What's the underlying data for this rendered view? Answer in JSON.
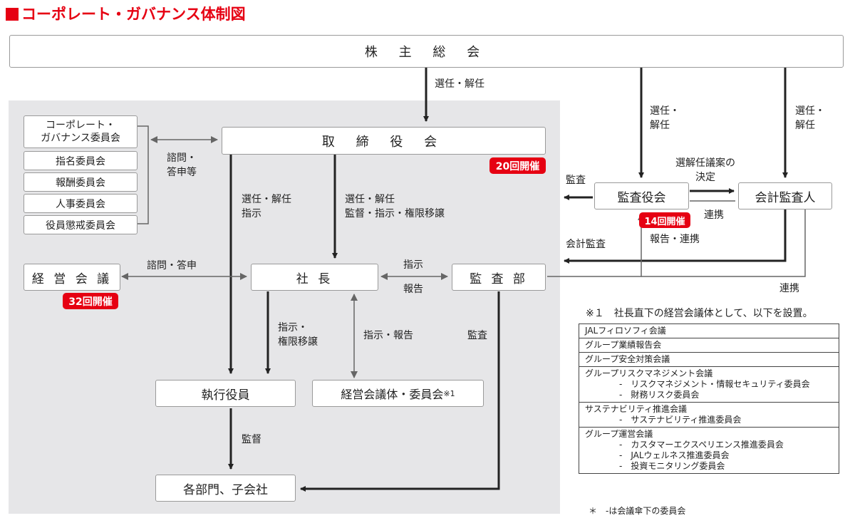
{
  "title": "コーポレート・ガバナンス体制図",
  "nodes": {
    "shareholders": "株 主 総 会",
    "board": "取 締 役 会",
    "committee1": "コーポレート・\nガバナンス委員会",
    "committee2": "指名委員会",
    "committee3": "報酬委員会",
    "committee4": "人事委員会",
    "committee5": "役員懲戒委員会",
    "auditboard": "監査役会",
    "accountant": "会計監査人",
    "mgmtmeeting": "経 営 会 議",
    "president": "社 長",
    "auditdept": "監 査 部",
    "officers": "執行役員",
    "councils": "経営会議体・委員会",
    "councils_note": "※1",
    "departments": "各部門、子会社"
  },
  "badges": {
    "board": "20回開催",
    "auditboard": "14回開催",
    "mgmtmeeting": "32回開催"
  },
  "labels": {
    "sh_to_board": "選任・解任",
    "sh_to_audit": "選任・\n解任",
    "sh_to_acct": "選任・\n解任",
    "consult1": "諮問・\n答申等",
    "board_to_officers": "選任・解任\n指示",
    "board_to_pres": "選任・解任\n監督・指示・権限移譲",
    "audit_to_acct": "選解任議案の\n決定",
    "audit_left": "監査",
    "cooperation1": "連携",
    "acct_audit": "会計監査",
    "report_coop": "報告・連携",
    "consult2": "諮問・答申",
    "instruct": "指示",
    "report": "報告",
    "cooperation2": "連携",
    "pres_to_officers": "指示・\n権限移譲",
    "pres_councils": "指示・報告",
    "auditdept_audit": "監査",
    "supervise": "監督"
  },
  "note": {
    "heading": "※１　社長直下の経営会議体として、以下を設置。",
    "rows": [
      {
        "lines": [
          "JALフィロソフィ会議"
        ]
      },
      {
        "lines": [
          "グループ業績報告会"
        ]
      },
      {
        "lines": [
          "グループ安全対策会議"
        ]
      },
      {
        "lines": [
          "グループリスクマネジメント会議"
        ],
        "subs": [
          "-　リスクマネジメント・情報セキュリティ委員会",
          "-　財務リスク委員会"
        ]
      },
      {
        "lines": [
          "サステナビリティ推進会議"
        ],
        "subs": [
          "-　サステナビリティ推進委員会"
        ]
      },
      {
        "lines": [
          "グループ運営会議"
        ],
        "subs": [
          "-　カスタマーエクスペリエンス推進委員会",
          "-　JALウェルネス推進委員会",
          "-　投資モニタリング委員会"
        ]
      }
    ],
    "footnote": "＊　-は会議傘下の委員会"
  },
  "colors": {
    "accent": "#e60012",
    "panel": "#e6e6e8",
    "box_border": "#9a9a9a"
  }
}
